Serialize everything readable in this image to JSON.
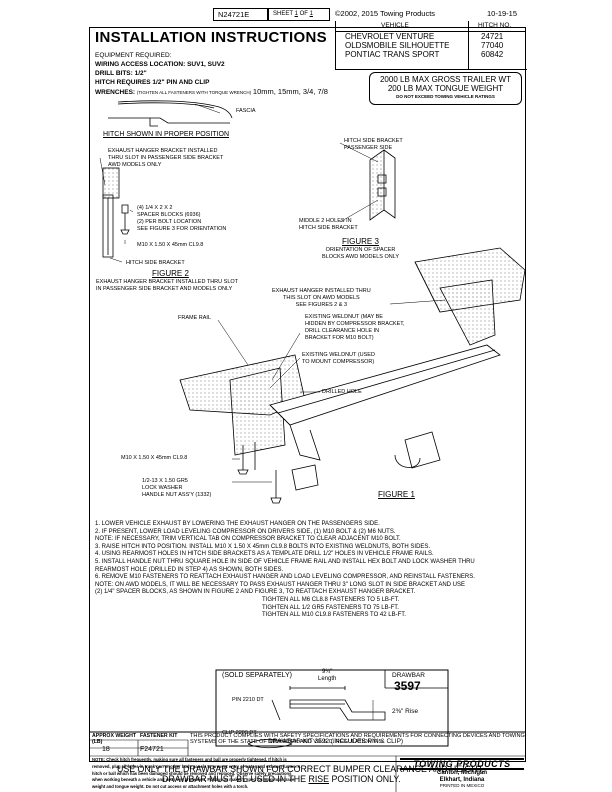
{
  "header": {
    "doc_number": "N24721E",
    "sheet_label": "SHEET",
    "sheet_num": "1",
    "sheet_of": "OF",
    "sheet_total": "1",
    "copyright": "©2002, 2015 Towing Products",
    "date": "10-19-15"
  },
  "title": "INSTALLATION INSTRUCTIONS",
  "vehicle_table": {
    "col_vehicle": "VEHICLE",
    "col_hitch": "HITCH NO.",
    "vehicles": [
      "CHEVROLET VENTURE",
      "OLDSMOBILE SILHOUETTE",
      "PONTIAC TRANS SPORT"
    ],
    "hitch_numbers": [
      "24721",
      "77040",
      "60842"
    ]
  },
  "equipment": {
    "heading": "EQUIPMENT REQUIRED:",
    "wiring": "WIRING ACCESS LOCATION: SUV1, SUV2",
    "drill_bits": "DRILL BITS:  1/2\"",
    "hitch_requires": "HITCH REQUIRES 1/2\" PIN AND CLIP",
    "wrenches_label": "WRENCHES:",
    "wrenches_note": "(TIGHTEN ALL FASTENERS WITH TORQUE WRENCH)",
    "wrenches_sizes": "10mm, 15mm, 3/4, 7/8"
  },
  "rating": {
    "line1": "2000 LB MAX GROSS TRAILER WT",
    "line2": "200 LB MAX TONGUE WEIGHT",
    "line3": "DO NOT EXCEED TOWING VEHICLE RATINGS"
  },
  "labels": {
    "fascia": "FASCIA",
    "hitch_position": "HITCH SHOWN IN PROPER POSITION",
    "exhaust_bracket": [
      "EXHAUST HANGER BRACKET INSTALLED",
      "THRU SLOT IN PASSENGER SIDE BRACKET",
      "AWD MODELS ONLY"
    ],
    "spacer_blocks": [
      "(4) 1/4 X 2 X 2",
      "SPACER BLOCKS (6936)",
      "(2) PER BOLT LOCATION",
      "SEE FIGURE 3 FOR ORIENTATION"
    ],
    "m10_bolt": "M10 X 1.50 X 45mm CL9.8",
    "hitch_side_bracket": "HITCH SIDE BRACKET",
    "figure2": "FIGURE 2",
    "figure2_caption": [
      "EXHAUST HANGER BRACKET INSTALLED THRU SLOT",
      "IN PASSENGER SIDE BRACKET AND MODELS ONLY"
    ],
    "hitch_side_bracket_passenger": [
      "HITCH SIDE BRACKET",
      "PASSENGER SIDE"
    ],
    "middle_holes": [
      "MIDDLE 2 HOLES IN",
      "HITCH SIDE BRACKET"
    ],
    "figure3": "FIGURE 3",
    "figure3_caption": [
      "ORIENTATION OF SPACER",
      "BLOCKS AWD MODELS ONLY"
    ],
    "exhaust_hanger_awd": [
      "EXHAUST HANGER INSTALLED THRU",
      "THIS SLOT ON AWD MODELS",
      "SEE FIGURES 2 & 3"
    ],
    "frame_rail": "FRAME RAIL",
    "existing_weldnut_m10": [
      "EXISTING WELDNUT (MAY BE",
      "HIDDEN BY COMPRESSOR BRACKET,",
      "DRILL CLEARANCE HOLE IN",
      "BRACKET FOR M10 BOLT)"
    ],
    "existing_weldnut_compressor": [
      "EXISTING WELDNUT (USED",
      "TO MOUNT COMPRESSOR)"
    ],
    "drilled_hole": "DRILLED HOLE",
    "m10_bolt_fig1": "M10 X 1.50 X 45mm CL9.8",
    "gr5_bolt": [
      "1/2-13 X 1.50 GR5",
      "LOCK WASHER",
      "HANDLE NUT ASS'Y (1332)"
    ],
    "figure1": "FIGURE 1"
  },
  "instructions": [
    "1. LOWER VEHICLE EXHAUST BY LOWERING THE EXHAUST HANGER ON THE PASSENGERS SIDE.",
    "2. IF PRESENT, LOWER LOAD LEVELING COMPRESSOR ON DRIVERS SIDE, (1) M10 BOLT & (2) M6 NUTS.",
    "    NOTE: IF NECESSARY, TRIM VERTICAL TAB ON COMPRESSOR BRACKET TO CLEAR ADJACENT M10 BOLT.",
    "3. RAISE HITCH INTO POSITION.  INSTALL M10 X 1.50 X 45mm CL9.8 BOLTS INTO EXISTING WELDNUTS, BOTH SIDES.",
    "4. USING REARMOST HOLES IN HITCH SIDE BRACKETS AS A TEMPLATE DRILL 1/2\" HOLES IN VEHICLE FRAME RAILS.",
    "5. INSTALL HANDLE NUT THRU SQUARE HOLE IN SIDE OF VEHICLE FRAME RAIL AND INSTALL HEX BOLT AND LOCK WASHER THRU",
    "    REARMOST HOLE (DRILLED IN STEP 4) AS SHOWN, BOTH SIDES.",
    "6. REMOVE M10 FASTENERS TO REATTACH EXHAUST HANGER AND LOAD LEVELING COMPRESSOR, AND REINSTALL FASTENERS.",
    "    NOTE: ON AWD MODELS, IT WILL BE NECESSARY TO PASS EXHAUST HANGER THRU 3\" LONG SLOT IN SIDE BRACKET AND USE",
    "    (2) 1/4\" SPACER BLOCKS, AS SHOWN IN FIGURE 2 AND FIGURE 3, TO REATTACH EXHAUST HANGER BRACKET."
  ],
  "torque": [
    "TIGHTEN ALL M6 CL8.8 FASTENERS TO 5 LB-FT.",
    "TIGHTEN ALL 1/2 GR5 FASTENERS TO 75 LB-FT.",
    "TIGHTEN ALL M10 CL9.8 FASTENERS TO 42 LB-FT."
  ],
  "drawbar": {
    "sold_separately": "(SOLD SEPARATELY)",
    "length_dim": "9¾\"",
    "length_label": "Length",
    "drawbar_label": "DRAWBAR",
    "drawbar_number": "3597",
    "rise": "2⅜\" Rise",
    "pin": "PIN 2210 DT",
    "clip": "CLIP 2209 DT",
    "kit": "DRAWBAR KIT 3592 (INCLUDES PIN & CLIP)"
  },
  "footer": {
    "use_only": "USE ONLY THE DRAWBAR SHOWN FOR CORRECT BUMPER CLEARANCE AND HEIGHT.",
    "must_be_pre": "DRAWBAR MUST BE USED IN THE ",
    "must_be_rise": "RISE",
    "must_be_post": " POSITION ONLY.",
    "complies": "THIS PRODUCT COMPLIES WITH SAFETY SPECIFICATIONS AND REQUIREMENTS FOR CONNECTING DEVICES AND TOWING",
    "complies2": "SYSTEMS OF THE STATE OF NEW YORK AND V.E.S.C. REGULATION V-5.",
    "weight_label": "APPROX WEIGHT (LB)",
    "weight": "18",
    "fastener_label": "FASTENER KIT",
    "fastener": "F24721",
    "note": [
      "NOTE: Check hitch frequently, making sure all fasteners and ball are properly tightened. If hitch is",
      "removed, plug all holes in trunk pan or other body panels to prevent entry of water and exhaust fumes. A",
      "hitch or ball which has been damaged should be removed and replaced. Observe safety precautions",
      "when working beneath a vehicle and wear eye protection. Follow car maker's spec for maximum trailer",
      "weight and tongue weight. Do not cut access or attachment holes with a torch."
    ],
    "brand": "TOWING PRODUCTS",
    "city1": "Canton, Michigan",
    "city2": "Elkhart, Indiana",
    "printed": "PRINTED IN MEXICO"
  }
}
